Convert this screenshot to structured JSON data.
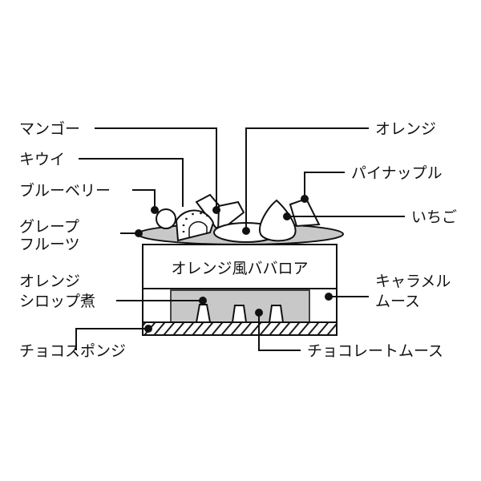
{
  "labels": {
    "mango": "マンゴー",
    "kiwi": "キウイ",
    "blueberry": "ブルーベリー",
    "grapefruit_1": "グレープ",
    "grapefruit_2": "フルーツ",
    "orange": "オレンジ",
    "pineapple": "パイナップル",
    "strawberry": "いちご",
    "bavarois": "オレンジ風ババロア",
    "syrup_1": "オレンジ",
    "syrup_2": "シロップ煮",
    "caramel_1": "キャラメル",
    "caramel_2": "ムース",
    "sponge": "チョコスポンジ",
    "choco_mousse": "チョコレートムース"
  },
  "colors": {
    "grey": "#c8c8c8",
    "ink": "#111111"
  }
}
